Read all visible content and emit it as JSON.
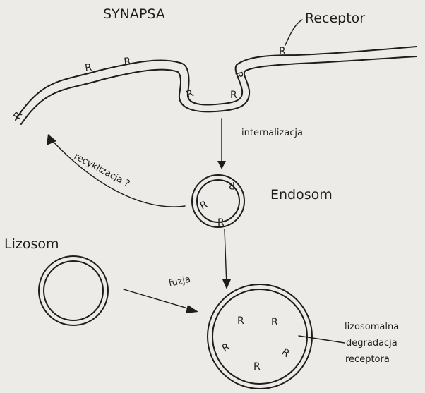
{
  "labels": {
    "synapsa": "SYNAPSA",
    "receptor": "Receptor",
    "internalizacja": "internalizacja",
    "recyklizacja": "recyklizacja ?",
    "endosom": "Endosom",
    "lizosom": "Lizosom",
    "fuzja": "fuzja",
    "degradation_line1": "lizosomalna",
    "degradation_line2": "degradacja",
    "degradation_line3": "receptora"
  },
  "receptor_symbol": "R",
  "colors": {
    "background": "#ecebe7",
    "ink": "#1d1d1d"
  }
}
